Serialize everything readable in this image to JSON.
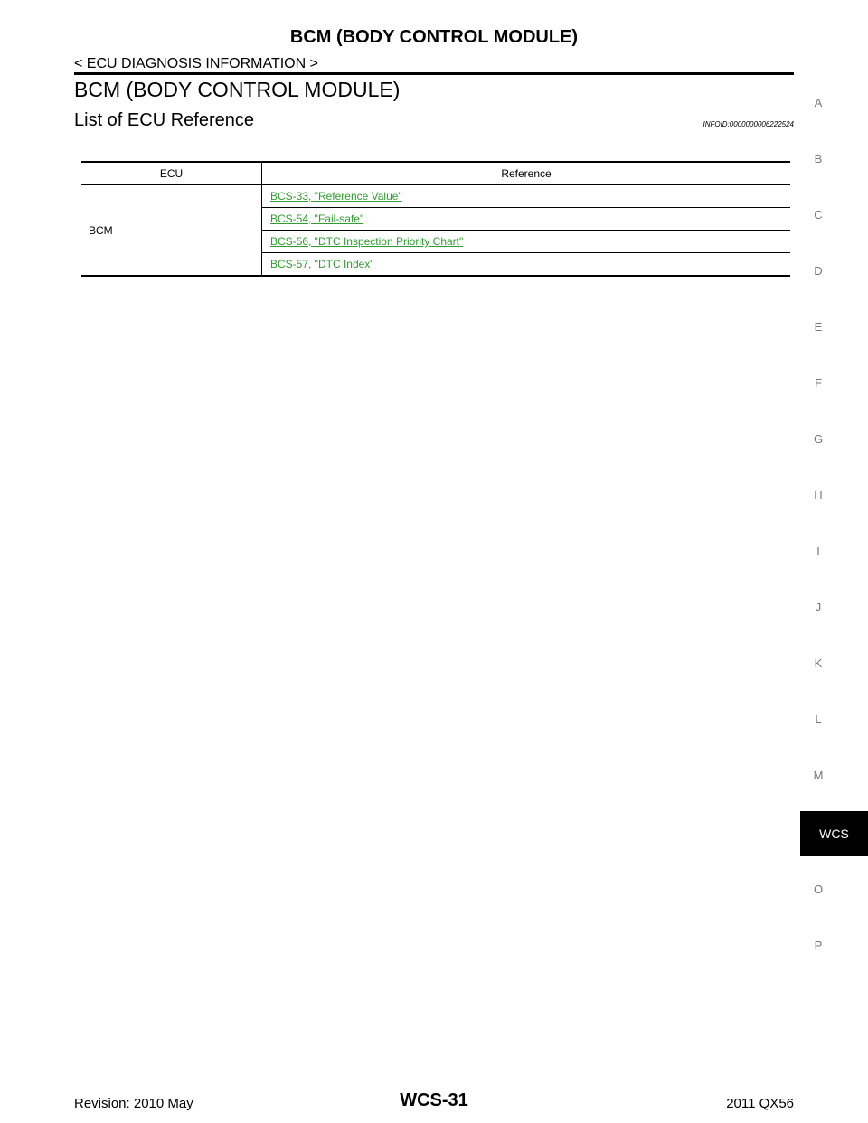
{
  "header": {
    "title": "BCM (BODY CONTROL MODULE)",
    "section": "< ECU DIAGNOSIS INFORMATION >"
  },
  "main": {
    "heading": "BCM (BODY CONTROL MODULE)",
    "subheading": "List of ECU Reference",
    "info_id": "INFOID:0000000006222524",
    "table": {
      "columns": [
        "ECU",
        "Reference"
      ],
      "ecu": "BCM",
      "references": [
        "BCS-33, \"Reference Value\"",
        "BCS-54, \"Fail-safe\"",
        "BCS-56, \"DTC Inspection Priority Chart\"",
        "BCS-57, \"DTC Index\""
      ]
    }
  },
  "side_tabs": {
    "letters": [
      "A",
      "B",
      "C",
      "D",
      "E",
      "F",
      "G",
      "H",
      "I",
      "J",
      "K",
      "L",
      "M"
    ],
    "active": "WCS",
    "after": [
      "O",
      "P"
    ]
  },
  "footer": {
    "revision": "Revision: 2010 May",
    "page": "WCS-31",
    "model": "2011 QX56"
  },
  "colors": {
    "link": "#2f9e2f",
    "active_tab_bg": "#000000"
  }
}
